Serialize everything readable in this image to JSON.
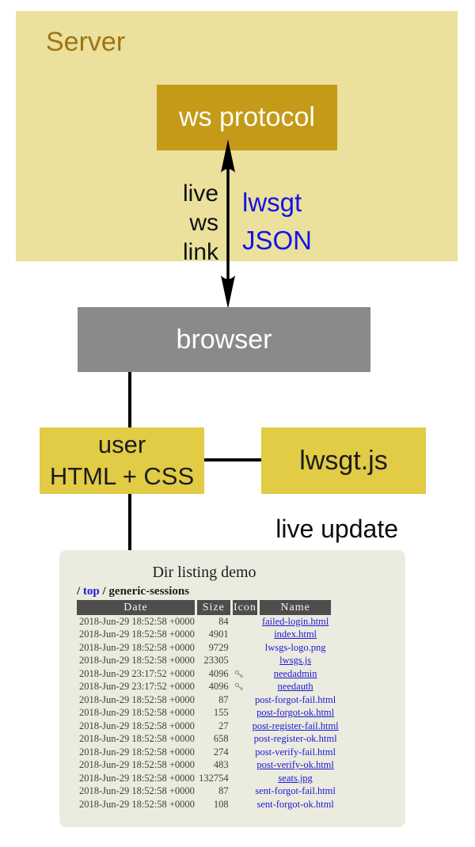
{
  "diagram": {
    "server_label": "Server",
    "ws_protocol_label": "ws protocol",
    "arrow_left_lines": [
      "live",
      "ws",
      "link"
    ],
    "arrow_right_lines": [
      "lwsgt",
      "JSON"
    ],
    "browser_label": "browser",
    "user_box_lines": [
      "user",
      "HTML + CSS"
    ],
    "lwsgt_js_label": "lwsgt.js",
    "live_update_label": "live update",
    "colors": {
      "server_panel": "#ebe09c",
      "server_text": "#9d7414",
      "ws_protocol_box": "#c49a18",
      "browser_box": "#8a8a8a",
      "yellow_box": "#e2cb45",
      "arrow_label_blue": "#1212ea",
      "demo_panel": "#ecebdf",
      "table_header": "#4d4d4d",
      "link_blue": "#1b1bd8"
    }
  },
  "demo": {
    "title": "Dir listing demo",
    "breadcrumb": {
      "prefix": "/ ",
      "link": "top",
      "suffix": " / generic-sessions"
    },
    "table": {
      "headers": [
        "Date",
        "Size",
        "Icon",
        "Name"
      ],
      "rows": [
        {
          "date": "2018-Jun-29 18:52:58 +0000",
          "size": "84",
          "icon": "",
          "name": "failed-login.html",
          "underline": true
        },
        {
          "date": "2018-Jun-29 18:52:58 +0000",
          "size": "4901",
          "icon": "",
          "name": "index.html",
          "underline": true
        },
        {
          "date": "2018-Jun-29 18:52:58 +0000",
          "size": "9729",
          "icon": "",
          "name": "lwsgs-logo.png",
          "underline": false
        },
        {
          "date": "2018-Jun-29 18:52:58 +0000",
          "size": "23305",
          "icon": "",
          "name": "lwsgs.js",
          "underline": true
        },
        {
          "date": "2018-Jun-29 23:17:52 +0000",
          "size": "4096",
          "icon": "key",
          "name": "needadmin",
          "underline": true
        },
        {
          "date": "2018-Jun-29 23:17:52 +0000",
          "size": "4096",
          "icon": "key",
          "name": "needauth",
          "underline": true
        },
        {
          "date": "2018-Jun-29 18:52:58 +0000",
          "size": "87",
          "icon": "",
          "name": "post-forgot-fail.html",
          "underline": false
        },
        {
          "date": "2018-Jun-29 18:52:58 +0000",
          "size": "155",
          "icon": "",
          "name": "post-forgot-ok.html",
          "underline": true
        },
        {
          "date": "2018-Jun-29 18:52:58 +0000",
          "size": "27",
          "icon": "",
          "name": "post-register-fail.html",
          "underline": true
        },
        {
          "date": "2018-Jun-29 18:52:58 +0000",
          "size": "658",
          "icon": "",
          "name": "post-register-ok.html",
          "underline": false
        },
        {
          "date": "2018-Jun-29 18:52:58 +0000",
          "size": "274",
          "icon": "",
          "name": "post-verify-fail.html",
          "underline": false
        },
        {
          "date": "2018-Jun-29 18:52:58 +0000",
          "size": "483",
          "icon": "",
          "name": "post-verify-ok.html",
          "underline": true
        },
        {
          "date": "2018-Jun-29 18:52:58 +0000",
          "size": "132754",
          "icon": "",
          "name": "seats.jpg",
          "underline": true
        },
        {
          "date": "2018-Jun-29 18:52:58 +0000",
          "size": "87",
          "icon": "",
          "name": "sent-forgot-fail.html",
          "underline": false
        },
        {
          "date": "2018-Jun-29 18:52:58 +0000",
          "size": "108",
          "icon": "",
          "name": "sent-forgot-ok.html",
          "underline": false
        }
      ]
    }
  }
}
